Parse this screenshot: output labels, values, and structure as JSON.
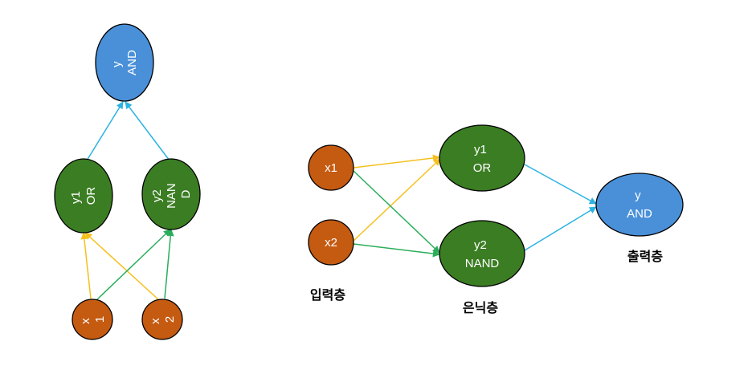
{
  "colors": {
    "output_node": "#4a90d9",
    "hidden_node": "#3b7d23",
    "input_node": "#c55a11",
    "edge_or": "#f5c01e",
    "edge_nand": "#2aae5a",
    "edge_out": "#2ab3e0",
    "stroke": "#000000"
  },
  "left_diagram": {
    "output": {
      "line1": "y",
      "line2": "AND"
    },
    "hidden_or": {
      "line1": "y1",
      "line2": "OR"
    },
    "hidden_nand": {
      "line1": "y2",
      "line2": "NAN",
      "line3": "D"
    },
    "input_x1": {
      "line1": "x",
      "line2": "1"
    },
    "input_x2": {
      "line1": "x",
      "line2": "2"
    }
  },
  "right_diagram": {
    "input_x1": "x1",
    "input_x2": "x2",
    "hidden_or": {
      "line1": "y1",
      "line2": "OR"
    },
    "hidden_nand": {
      "line1": "y2",
      "line2": "NAND"
    },
    "output": {
      "line1": "y",
      "line2": "AND"
    },
    "labels": {
      "input_layer": "입력층",
      "hidden_layer": "은닉층",
      "output_layer": "출력층"
    }
  }
}
